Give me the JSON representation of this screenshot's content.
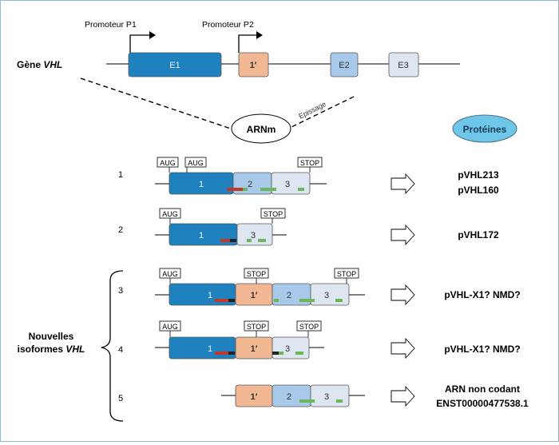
{
  "gene": {
    "label": "Gène ",
    "label_italic": "VHL",
    "promoter_p1": "Promoteur P1",
    "promoter_p2": "Promoteur P2",
    "exons": [
      "E1",
      "1′",
      "E2",
      "E3"
    ]
  },
  "splicing": {
    "arnm_label": "ARNm",
    "epissage_label": "Epissage"
  },
  "proteins_header": "Protéines",
  "markers": {
    "aug": "AUG",
    "stop": "STOP"
  },
  "isoforms": [
    {
      "number": "1",
      "exons": [
        "1",
        "2",
        "3"
      ],
      "proteins": [
        "pVHL213",
        "pVHL160"
      ]
    },
    {
      "number": "2",
      "exons": [
        "1",
        "3"
      ],
      "proteins": [
        "pVHL172"
      ]
    },
    {
      "number": "3",
      "exons": [
        "1",
        "1′",
        "2",
        "3"
      ],
      "proteins": [
        "pVHL-X1? NMD?"
      ]
    },
    {
      "number": "4",
      "exons": [
        "1",
        "1′",
        "3"
      ],
      "proteins": [
        "pVHL-X1? NMD?"
      ]
    },
    {
      "number": "5",
      "exons": [
        "1′",
        "2",
        "3"
      ],
      "proteins": [
        "ARN non codant",
        "ENST00000477538.1"
      ]
    }
  ],
  "new_isoforms_label": [
    "Nouvelles",
    "isoformes "
  ],
  "new_isoforms_italic": "VHL",
  "colors": {
    "exon1": "#1f82bf",
    "exon1prime": "#f2b894",
    "exon2": "#a9c9ea",
    "exon3": "#dde6f1",
    "arrow_red": "#c0392b",
    "bar_green": "#6cb65a",
    "proteins_oval": "#6ec6e8"
  }
}
